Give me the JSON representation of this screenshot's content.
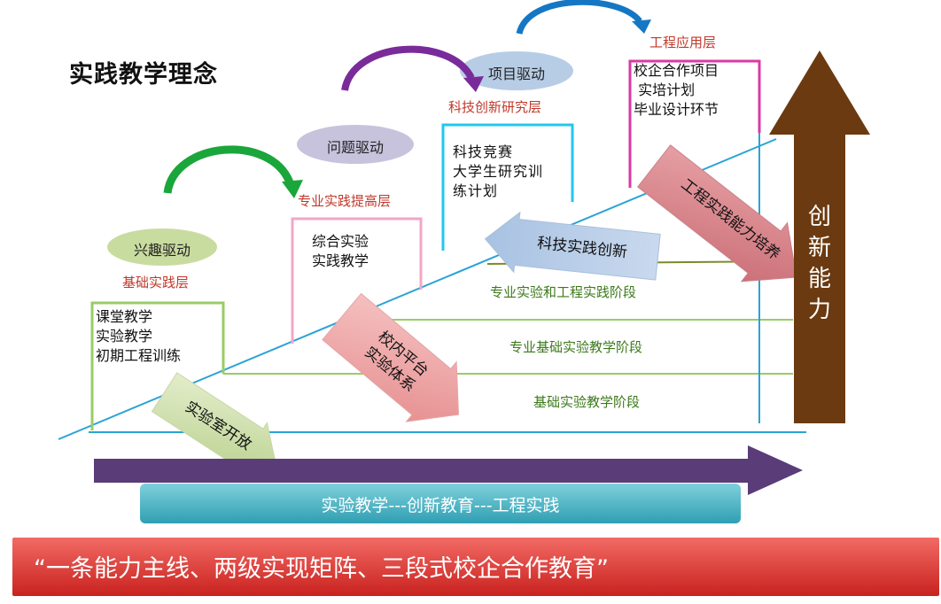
{
  "title": "实践教学理念",
  "drivers": [
    "兴趣驱动",
    "问题驱动",
    "项目驱动"
  ],
  "layers": [
    "基础实践层",
    "专业实践提高层",
    "科技创新研究层",
    "工程应用层"
  ],
  "boxes": [
    "课堂教学\n实验教学\n初期工程训练",
    "综合实验\n实践教学",
    "科技竞赛\n大学生研究训\n练计划",
    "校企合作项目\n 实培计划\n毕业设计环节"
  ],
  "stages": [
    "专业实验和工程实践阶段",
    "专业基础实验教学阶段",
    "基础实验教学阶段"
  ],
  "diagonal_arrows": [
    "实验室开放",
    "校内平台\n实验体系",
    "科技实践创新",
    "工程实践能力培养"
  ],
  "vertical_arrow_label": "创新能力",
  "bottom_bar": "实验教学---创新教育---工程实践",
  "slogan": "“一条能力主线、两级实现矩阵、三段式校企合作教育”",
  "colors": {
    "green_curve": "#1aa63a",
    "purple_curve": "#7a2b9a",
    "blue_curve": "#1577c4",
    "driver_oval": "#c9dc9f",
    "driver_oval2": "#c7c3dd",
    "driver_oval3": "#b7cde6",
    "box_green": "#99cc66",
    "box_pink": "#f3a6c8",
    "box_cyan": "#22c7f0",
    "box_magenta": "#d83aa6",
    "stage_line": "#99cc66",
    "diagonal_line": "#2aa3d6",
    "brown_arrow": "#6b3a10",
    "purple_arrow": "#5a3c78",
    "teal_bar": "#3aa7b8",
    "red_banner": "#d9302c"
  }
}
